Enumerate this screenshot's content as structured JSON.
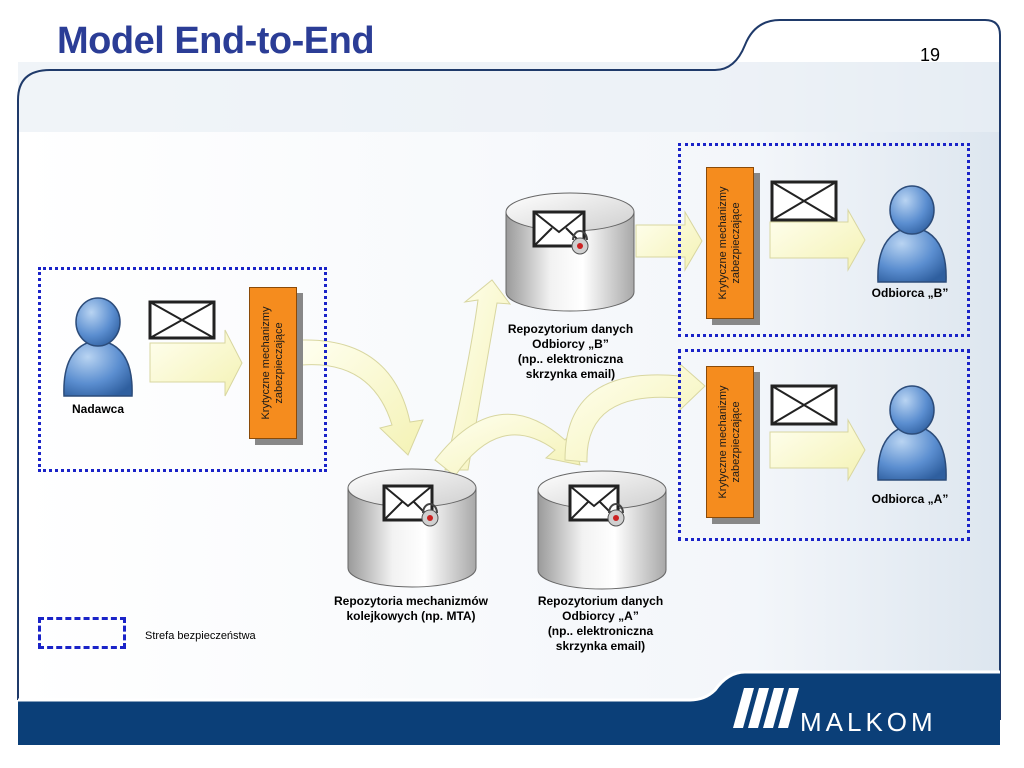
{
  "slide": {
    "title": "Model End-to-End",
    "page_number": "19"
  },
  "actors": {
    "sender": "Nadawca",
    "recipient_b": "Odbiorca „B”",
    "recipient_a": "Odbiorca „A”"
  },
  "mechanisms": {
    "sender": "Krytyczne mechanizmy\nzabezpieczające",
    "recipient_b": "Krytyczne mechanizmy\nzabezpieczające",
    "recipient_a": "Krytyczne mechanizmy\nzabezpieczające"
  },
  "repositories": {
    "mta": "Repozytoria mechanizmów\nkolejkowych (np. MTA)",
    "recipient_a": "Repozytorium danych\nOdbiorcy „A”\n(np.. elektroniczna\nskrzynka  email)",
    "recipient_b": "Repozytorium danych\nOdbiorcy „B”\n(np.. elektroniczna\nskrzynka  email)"
  },
  "legend": {
    "security_zone": "Strefa bezpieczeństwa"
  },
  "logo": {
    "text": "MALKOM"
  },
  "colors": {
    "title": "#2b3d96",
    "zone_border": "#1a23c8",
    "mechanism_fill": "#f58c1e",
    "arrow_fill": "#fdfccf",
    "footer": "#0b3f78",
    "person": "#5b8ed0"
  }
}
